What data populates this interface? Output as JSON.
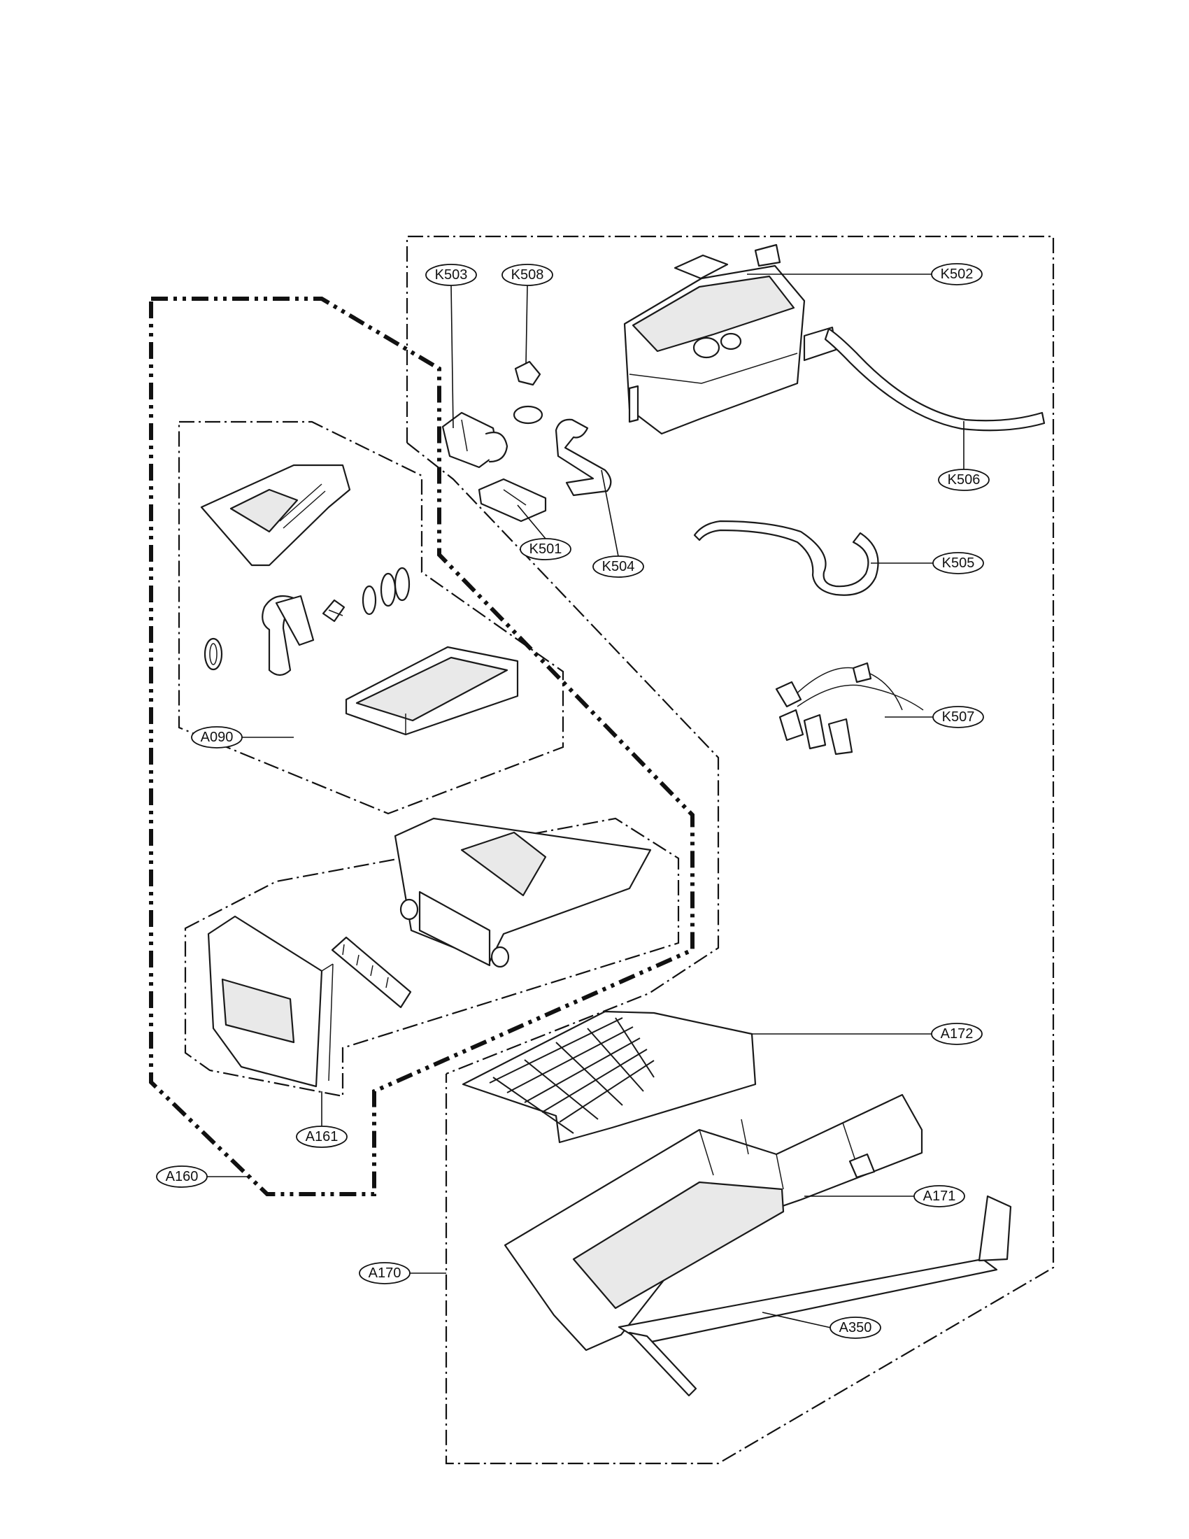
{
  "labels": {
    "K503": "K503",
    "K508": "K508",
    "K502": "K502",
    "K506": "K506",
    "K501": "K501",
    "K504": "K504",
    "K505": "K505",
    "K507": "K507",
    "A090": "A090",
    "A172": "A172",
    "A161": "A161",
    "A160": "A160",
    "A171": "A171",
    "A170": "A170",
    "A350": "A350"
  }
}
